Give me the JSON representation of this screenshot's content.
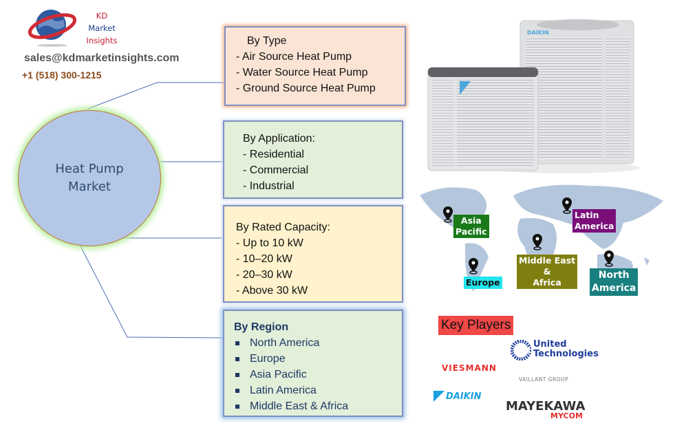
{
  "logo": {
    "line1": "KD",
    "line2": "Market",
    "line3": "Insights"
  },
  "contact": {
    "email": "sales@kdmarketinsights.com",
    "phone": "+1 (518) 300-1215"
  },
  "hub": {
    "line1": "Heat Pump",
    "line2": "Market"
  },
  "segments": {
    "type": {
      "title": "By Type",
      "items": [
        "- Air Source Heat Pump",
        "- Water Source Heat Pump",
        "- Ground Source Heat Pump"
      ]
    },
    "application": {
      "title": "By Application:",
      "items": [
        "- Residential",
        "- Commercial",
        "- Industrial"
      ]
    },
    "capacity": {
      "title": "By Rated Capacity:",
      "items": [
        "- Up to 10 kW",
        "- 10–20 kW",
        "- 20–30 kW",
        "- Above 30 kW"
      ]
    },
    "region": {
      "title": "By Region",
      "items": [
        "North America",
        "Europe",
        "Asia Pacific",
        "Latin America",
        "Middle East & Africa"
      ]
    }
  },
  "map_labels": {
    "asia_pacific": {
      "l1": "Asia",
      "l2": "Pacific",
      "color": "#1a7a1a"
    },
    "latin_america": {
      "l1": "Latin",
      "l2": "America",
      "color": "#7a0f7a"
    },
    "europe": {
      "l1": "Europe",
      "color": "#22e4ec"
    },
    "mea": {
      "l1": "Middle East",
      "l2": "&",
      "l3": "Africa",
      "color": "#7f7f10"
    },
    "north_america": {
      "l1": "North",
      "l2": "America",
      "color": "#1a7f7f"
    }
  },
  "key_players": {
    "title": "Key Players",
    "brands": {
      "united_tech_1": "United",
      "united_tech_2": "Technologies",
      "viessmann": "VIESMANN",
      "vaillant": "VAILLANT GROUP",
      "daikin": "DAIKIN",
      "mayekawa": "MAYEKAWA",
      "mycom": "MYCOM"
    }
  },
  "product_brand": "DAIKIN"
}
